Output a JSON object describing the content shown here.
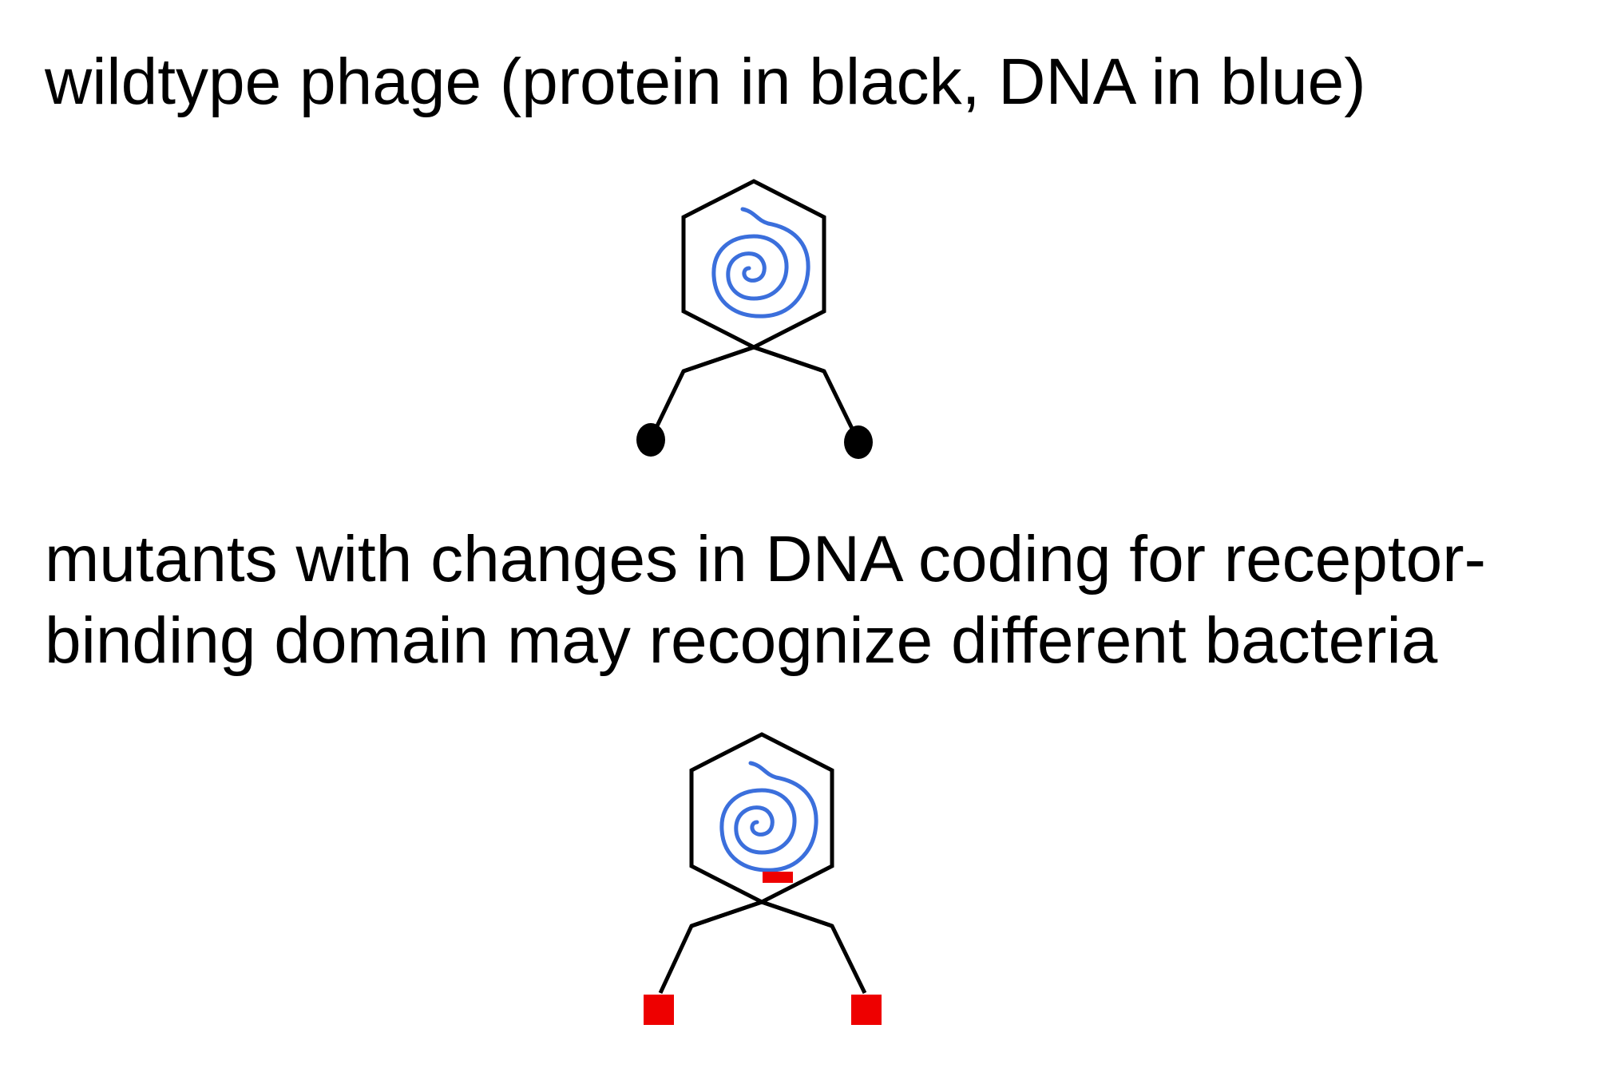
{
  "captions": {
    "wildtype": "wildtype phage (protein in black, DNA in blue)",
    "mutant_line1": "mutants with changes in DNA coding for receptor-",
    "mutant_line2": "binding domain may recognize different bacteria"
  },
  "colors": {
    "protein": "#000000",
    "dna": "#3b6fdc",
    "mutation": "#ee0000",
    "background": "#ffffff"
  },
  "phages": [
    {
      "id": "wildtype",
      "tail_fiber_tip_shape": "circle",
      "tip_color": "#000000",
      "dna_mutation_marker": false
    },
    {
      "id": "mutant",
      "tail_fiber_tip_shape": "square",
      "tip_color": "#ee0000",
      "dna_mutation_marker": true
    }
  ]
}
